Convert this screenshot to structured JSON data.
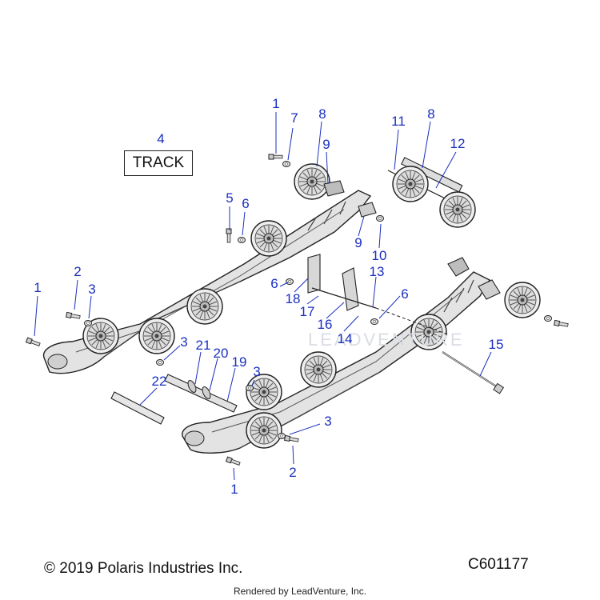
{
  "callouts": [
    {
      "id": "c-1-top",
      "label": "1"
    },
    {
      "id": "c-7",
      "label": "7"
    },
    {
      "id": "c-8-a",
      "label": "8"
    },
    {
      "id": "c-9-a",
      "label": "9"
    },
    {
      "id": "c-4",
      "label": "4"
    },
    {
      "id": "c-11",
      "label": "11"
    },
    {
      "id": "c-8-b",
      "label": "8"
    },
    {
      "id": "c-12",
      "label": "12"
    },
    {
      "id": "c-5",
      "label": "5"
    },
    {
      "id": "c-6-a",
      "label": "6"
    },
    {
      "id": "c-9-b",
      "label": "9"
    },
    {
      "id": "c-10",
      "label": "10"
    },
    {
      "id": "c-2-a",
      "label": "2"
    },
    {
      "id": "c-3-a",
      "label": "3"
    },
    {
      "id": "c-1-left",
      "label": "1"
    },
    {
      "id": "c-6-b",
      "label": "6"
    },
    {
      "id": "c-18",
      "label": "18"
    },
    {
      "id": "c-13",
      "label": "13"
    },
    {
      "id": "c-6-c",
      "label": "6"
    },
    {
      "id": "c-17",
      "label": "17"
    },
    {
      "id": "c-16",
      "label": "16"
    },
    {
      "id": "c-14",
      "label": "14"
    },
    {
      "id": "c-3-b",
      "label": "3"
    },
    {
      "id": "c-21",
      "label": "21"
    },
    {
      "id": "c-20",
      "label": "20"
    },
    {
      "id": "c-19",
      "label": "19"
    },
    {
      "id": "c-3-c",
      "label": "3"
    },
    {
      "id": "c-22",
      "label": "22"
    },
    {
      "id": "c-15",
      "label": "15"
    },
    {
      "id": "c-3-d",
      "label": "3"
    },
    {
      "id": "c-2-b",
      "label": "2"
    },
    {
      "id": "c-1-bottom",
      "label": "1"
    }
  ],
  "track_label": "TRACK",
  "watermark": "LEADVENTURE",
  "copyright": "© 2019 Polaris Industries Inc.",
  "diagram_code": "C601177",
  "rendered_by": "Rendered by LeadVenture, Inc."
}
